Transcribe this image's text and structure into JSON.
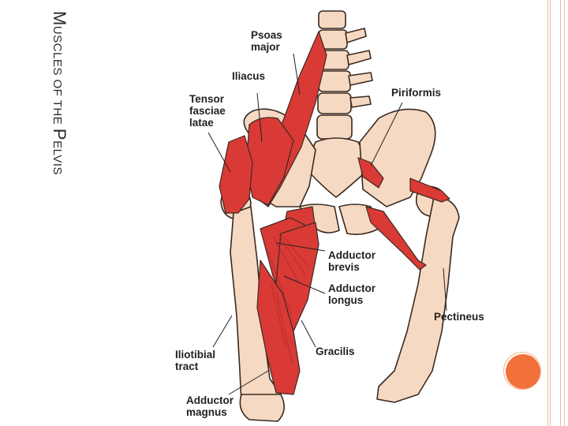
{
  "slide": {
    "title_prefix": "M",
    "title_mid": "USCLES OF THE ",
    "title_big2": "P",
    "title_suffix": "ELVIS"
  },
  "figure": {
    "labels": {
      "psoas_major": [
        "Psoas",
        "major"
      ],
      "iliacus": [
        "Iliacus"
      ],
      "tensor_fasciae_latae": [
        "Tensor",
        "fasciae",
        "latae"
      ],
      "piriformis": [
        "Piriformis"
      ],
      "adductor_brevis": [
        "Adductor",
        "brevis"
      ],
      "adductor_longus": [
        "Adductor",
        "longus"
      ],
      "pectineus": [
        "Pectineus"
      ],
      "iliotibial_tract": [
        "Iliotibial",
        "tract"
      ],
      "gracilis": [
        "Gracilis"
      ],
      "adductor_magnus": [
        "Adductor",
        "magnus"
      ]
    },
    "colors": {
      "bone": "#f6d9c2",
      "bone_outline": "#3a2a22",
      "muscle": "#d93a36",
      "muscle_dark": "#b52a28",
      "label_line": "#222222"
    }
  },
  "decor": {
    "accent_color": "#f2703a",
    "border_color": "#f2b9a5"
  }
}
